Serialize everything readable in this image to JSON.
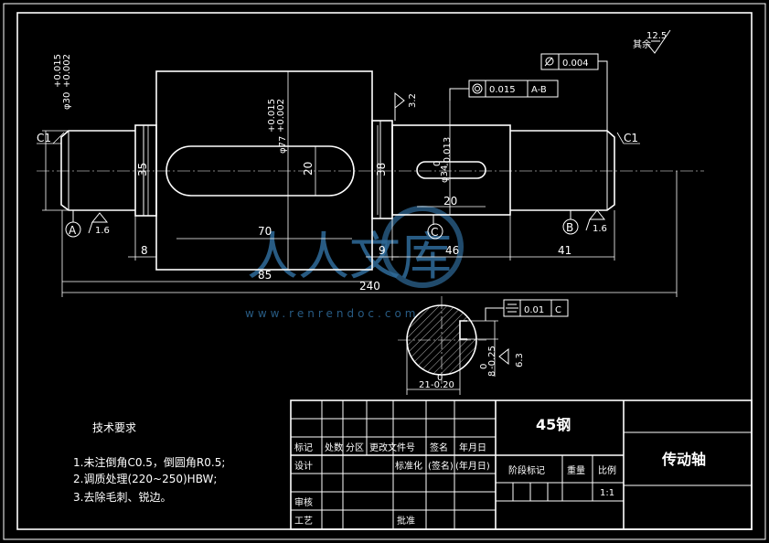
{
  "part_name": "传动轴",
  "material": "45钢",
  "scale": "1:1",
  "roughness_rest": "其余",
  "roughness_rest_value": "12.5",
  "tech_req": {
    "title": "技术要求",
    "items": [
      "1.未注倒角C0.5，倒圆角R0.5;",
      "2.调质处理(220~250)HBW;",
      "3.去除毛刺、锐边。"
    ]
  },
  "title_block": {
    "row_labels": [
      "标记",
      "处数",
      "分区",
      "更改文件号",
      "签名",
      "年月日"
    ],
    "design": "设计",
    "standardize": "标准化",
    "sign": "(签名)",
    "date": "(年月日)",
    "stage": "阶段标记",
    "weight": "重量",
    "scale_label": "比例",
    "review": "审核",
    "craft": "工艺",
    "approve": "批准"
  },
  "dimensions": {
    "d_left": "φ30",
    "d_left_tol_up": "+0.015",
    "d_left_tol_low": "+0.002",
    "d_mid": "φ77",
    "d_mid_tol_up": "+0.015",
    "d_mid_tol_low": "+0.002",
    "d_right": "φ34",
    "d_right_tol_up": "0",
    "d_right_tol_low": "-0.013",
    "d35": "35",
    "d20": "20",
    "d38": "38",
    "l70": "70",
    "l8": "8",
    "l85": "85",
    "l240": "240",
    "l9": "9",
    "l46": "46",
    "l41": "41",
    "l20b": "20",
    "sec_width": "21",
    "sec_width_tol": "-0.20",
    "sec_width_tol0": "0",
    "sec_depth": "8",
    "sec_depth_tol": "-0.25",
    "sec_depth_tol0": "0",
    "chamfer_left": "C1",
    "chamfer_right": "C1",
    "ra_16_left": "1.6",
    "ra_16_right": "1.6",
    "ra_32": "3.2",
    "ra_63": "6.3"
  },
  "datums": {
    "a": "A",
    "b": "B",
    "c": "C"
  },
  "gdt": {
    "flatness_value": "0.004",
    "coax_value": "0.015",
    "coax_datum": "A-B",
    "sym_value": "0.01",
    "sym_datum": "C"
  },
  "watermark": {
    "text": "人人文库",
    "url": "www.renrendoc.com"
  }
}
